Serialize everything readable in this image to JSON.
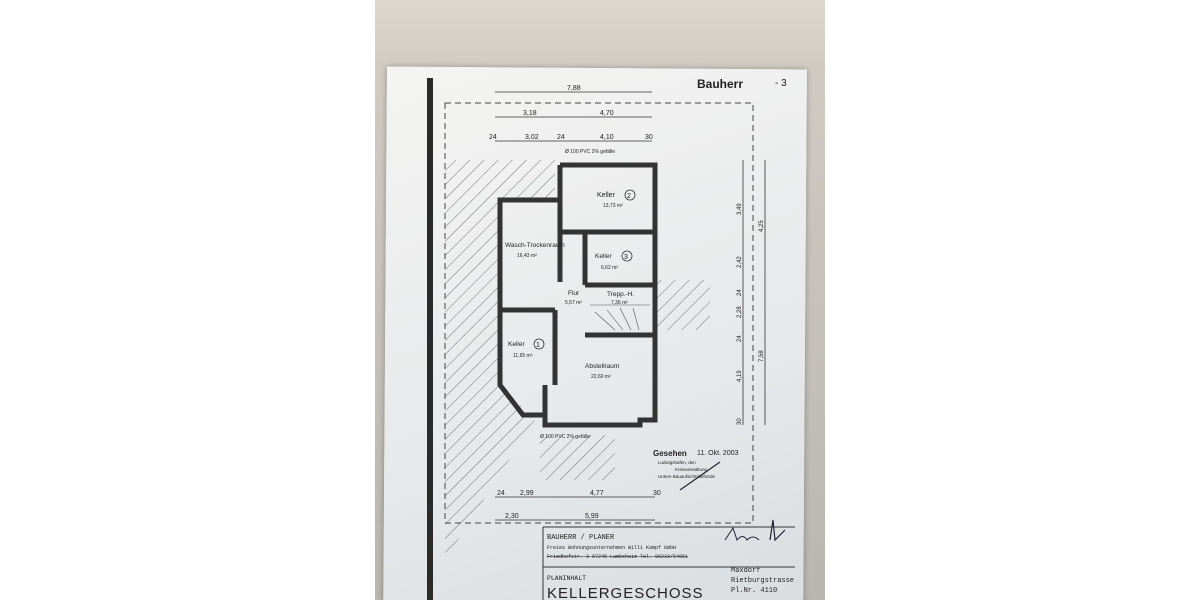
{
  "header": {
    "label": "Bauherr",
    "mark": "- 3"
  },
  "dimensions": {
    "top": [
      "7,88",
      "3,18",
      "4,70",
      "24",
      "3,02",
      "24",
      "4,10",
      "30"
    ],
    "bottom": [
      "24",
      "2,99",
      "4,77",
      "30",
      "2,30",
      "5,99"
    ],
    "right": [
      "3,49",
      "2,42",
      "24",
      "2,28",
      "24",
      "4,19",
      "30",
      "4,25",
      "7,58"
    ]
  },
  "pipe_label": "Ø 100 PVC 2% gefälle",
  "rooms": [
    {
      "name": "Keller",
      "number": "2",
      "area": "13,73 m²"
    },
    {
      "name": "Wasch-Trockenraum",
      "number": "",
      "area": "16,43 m²"
    },
    {
      "name": "Keller",
      "number": "3",
      "area": "6,62 m²"
    },
    {
      "name": "Flur",
      "number": "",
      "area": "5,57 m²"
    },
    {
      "name": "Trepp.-H.",
      "number": "",
      "area": "7,36 m²"
    },
    {
      "name": "Keller",
      "number": "1",
      "area": "11,65 m²"
    },
    {
      "name": "Abstellraum",
      "number": "",
      "area": "22,60 m²"
    }
  ],
  "stamp": {
    "title": "Gesehen",
    "date": "11. Okt. 2003",
    "line1": "Ludwigshafen, den",
    "line2": "Kreisverwaltung",
    "line3": "Untere Bauaufsichtsbehörde"
  },
  "title_block": {
    "client_label": "BAUHERR / PLANER",
    "client_name": "Freies Wohnungsunternehmen Willi Kampf GmbH",
    "client_address": "Friedhofstr. 3 67245 Lambsheim Tel. 06233/54051",
    "content_label": "PLANINHALT",
    "content": "KELLERGESCHOSS",
    "location": "Maxdorf",
    "street": "Rietburgstrasse",
    "parcel": "Pl.Nr. 4110"
  }
}
